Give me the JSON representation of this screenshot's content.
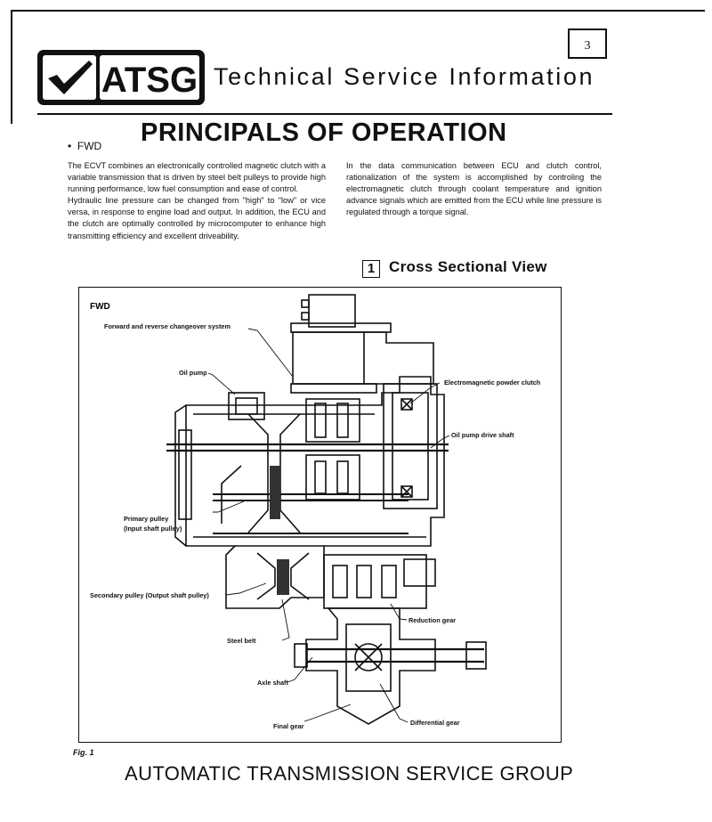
{
  "page_number": "3",
  "brand": {
    "logo_text": "ATSG",
    "header": "Technical Service Information"
  },
  "title": "PRINCIPALS OF OPERATION",
  "subtitle": "FWD",
  "body_left": [
    "The ECVT combines an electronically controlled magnetic clutch with a variable transmission that is driven by steel belt pulleys to provide high running performance, low fuel consumption and ease of control.",
    "Hydraulic line pressure can be changed from \"high\" to \"low\" or vice versa, in response to engine load and output. In addition, the ECU and the clutch are optimally controlled by microcomputer to enhance high transmitting efficiency and excellent driveability."
  ],
  "body_right": [
    "In the data communication between ECU and clutch control, rationalization of the system is accomplished by controling the electromagnetic clutch through coolant temperature and ignition advance signals which are emitted from the ECU while line pressure is regulated through a torque signal."
  ],
  "section": {
    "number": "1",
    "title": "Cross Sectional View"
  },
  "figure": {
    "corner_label": "FWD",
    "labels": {
      "forward_reverse": "Forward and reverse changeover system",
      "oil_pump": "Oil pump",
      "em_clutch": "Electromagnetic powder clutch",
      "oil_pump_shaft": "Oil pump drive shaft",
      "primary_pulley_1": "Primary pulley",
      "primary_pulley_2": "(Input shaft pulley)",
      "secondary_pulley": "Secondary pulley (Output shaft pulley)",
      "reduction_gear": "Reduction gear",
      "steel_belt": "Steel belt",
      "axle_shaft": "Axle shaft",
      "final_gear": "Final gear",
      "differential_gear": "Differential gear"
    }
  },
  "fig_caption": "Fig. 1",
  "footer": "AUTOMATIC TRANSMISSION SERVICE GROUP"
}
